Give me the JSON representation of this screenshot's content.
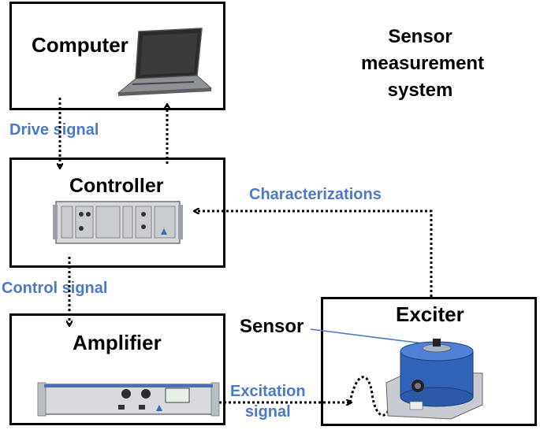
{
  "title": [
    "Sensor",
    "measurement",
    "system"
  ],
  "boxes": {
    "computer": "Computer",
    "controller": "Controller",
    "amplifier": "Amplifier",
    "exciter": "Exciter"
  },
  "signals": {
    "drive": "Drive signal",
    "control": "Control signal",
    "characterizations": "Characterizations",
    "excitation_line1": "Excitation",
    "excitation_line2": "signal"
  },
  "sensor_label": "Sensor",
  "colors": {
    "signal_text": "#4a7ac7",
    "exciter_blue": "#2f63b8",
    "rack": "#d8dadf"
  },
  "icons": [
    "laptop-icon",
    "controller-rack-icon",
    "amplifier-rack-icon",
    "exciter-device-icon"
  ]
}
